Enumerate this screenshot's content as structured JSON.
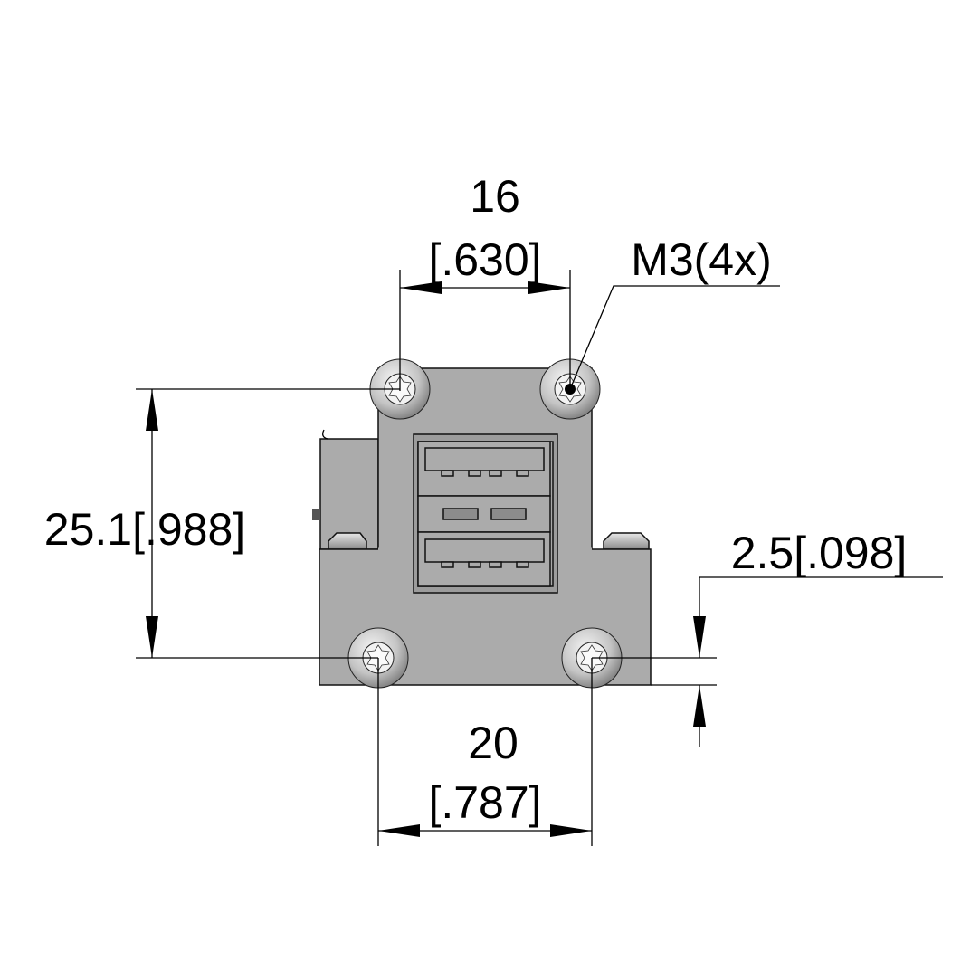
{
  "dimensions": {
    "top_spacing": {
      "metric": "16",
      "imperial": "[.630]"
    },
    "thread_callout": {
      "label": "M3(4x)"
    },
    "height": {
      "label": "25.1[.988]"
    },
    "offset": {
      "label": "2.5[.098]"
    },
    "bottom_spacing": {
      "metric": "20",
      "imperial": "[.787]"
    }
  },
  "colors": {
    "body": "#ababab",
    "screw": "#c8c8c8",
    "line": "#000000"
  }
}
